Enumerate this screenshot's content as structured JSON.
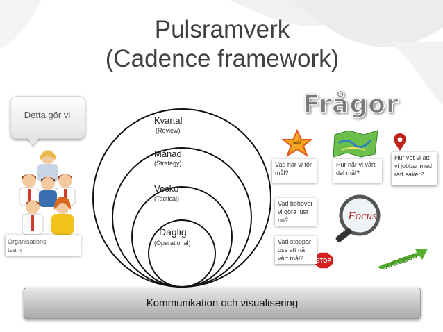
{
  "title_line1": "Pulsramverk",
  "title_line2": "(Cadence framework)",
  "questions_heading": "Frågor",
  "bubble_text": "Detta gör vi",
  "org_label": "Organisations team",
  "rings": [
    {
      "title": "Kvartal",
      "sub": "(Review)"
    },
    {
      "title": "Månad",
      "sub": "(Strategy)"
    },
    {
      "title": "Vecko",
      "sub": "(Tactical)"
    },
    {
      "title": "Daglig",
      "sub": "(Operational)"
    }
  ],
  "questions": {
    "goal": "Vad har vi för mål?",
    "reach": "Hur når vi vårt del mål?",
    "right_things": "Hur vet vi att vi jobbar med rätt saker?",
    "needs": "Vad behöver vi göra just nu?",
    "blockers": "Vad stoppar oss att nå vårt mål?"
  },
  "icons": {
    "star_label": "Mål",
    "focus_label": "Focus",
    "stop_label": "STOP",
    "success_label": "SUCCESS"
  },
  "footer": "Kommunikation och visualisering"
}
